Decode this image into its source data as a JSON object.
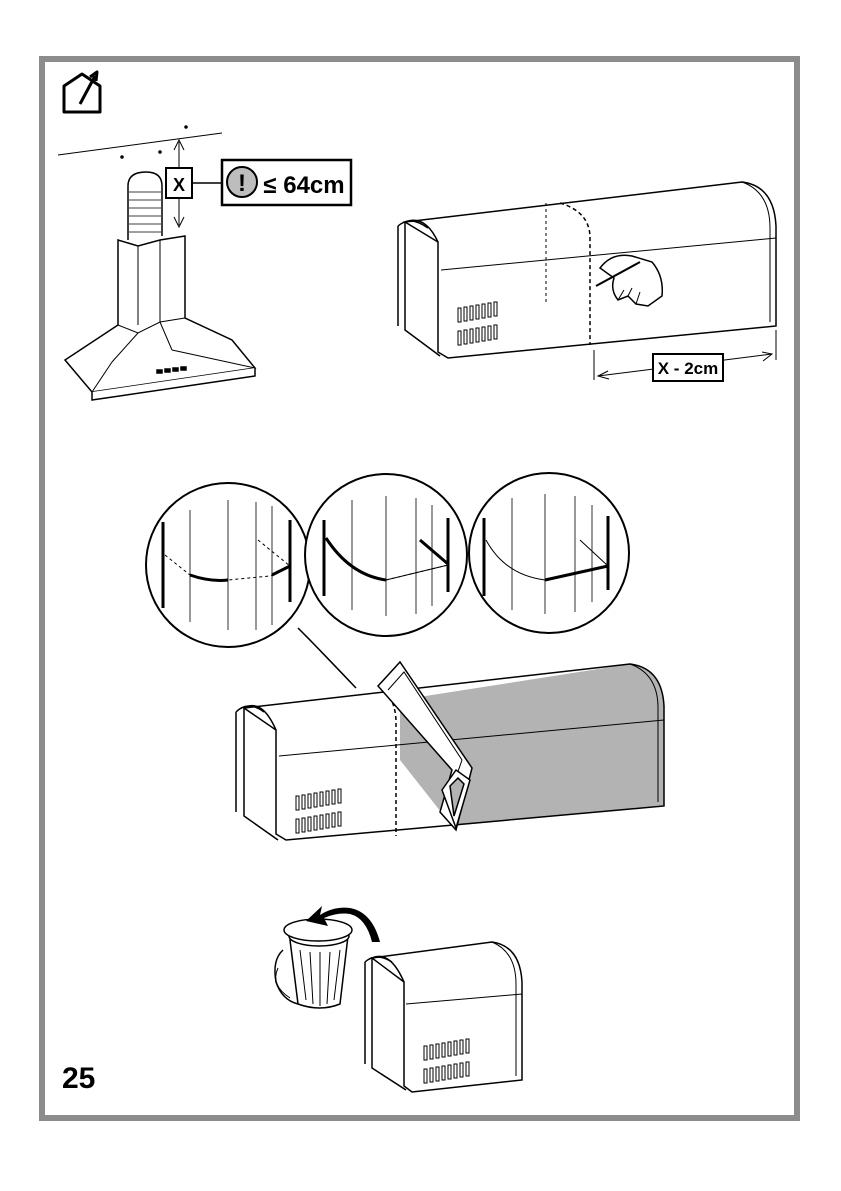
{
  "page_number": "25",
  "labels": {
    "distance_symbol": "X",
    "warning_mark": "!",
    "max_distance": "≤ 64cm",
    "cut_length": "X - 2cm"
  },
  "colors": {
    "frame": "#8c8c8c",
    "line": "#000000",
    "shaded_area": "#b3b3b3",
    "panel_fill": "#ffffff"
  },
  "icons": [
    "outdoor-exhaust-icon",
    "warning-icon",
    "pencil-hand-icon",
    "saw-icon",
    "trash-bin-icon",
    "discard-arrow-icon"
  ]
}
